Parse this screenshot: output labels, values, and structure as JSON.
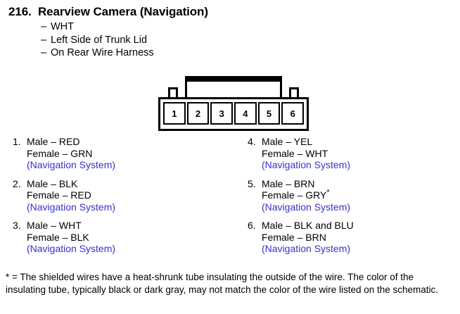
{
  "header": {
    "number": "216.",
    "title": "Rearview Camera (Navigation)",
    "sub_lines": [
      "WHT",
      "Left Side of Trunk Lid",
      "On Rear Wire Harness"
    ],
    "dash": "–"
  },
  "connector": {
    "pin_labels": [
      "1",
      "2",
      "3",
      "4",
      "5",
      "6"
    ]
  },
  "colors": {
    "system_text": "#3333cc",
    "line": "#000000",
    "background": "#ffffff"
  },
  "pins_left": [
    {
      "index": "1.",
      "male": "Male – RED",
      "female": "Female – GRN",
      "system": "(Navigation System)"
    },
    {
      "index": "2.",
      "male": "Male – BLK",
      "female": "Female – RED",
      "system": "(Navigation System)"
    },
    {
      "index": "3.",
      "male": "Male – WHT",
      "female": "Female – BLK",
      "system": "(Navigation System)"
    }
  ],
  "pins_right": [
    {
      "index": "4.",
      "male": "Male – YEL",
      "female": "Female – WHT",
      "female_asterisk": "",
      "system": "(Navigation System)"
    },
    {
      "index": "5.",
      "male": "Male – BRN",
      "female": "Female – GRY",
      "female_asterisk": "*",
      "system": "(Navigation System)"
    },
    {
      "index": "6.",
      "male": "Male – BLK and BLU",
      "female": "Female – BRN",
      "female_asterisk": "",
      "system": "(Navigation System)"
    }
  ],
  "footnote": {
    "text": "* = The shielded wires have a heat-shrunk tube insulating the outside of the wire. The color of the insulating tube, typically black or dark gray, may not match the color of the wire listed on the schematic."
  }
}
